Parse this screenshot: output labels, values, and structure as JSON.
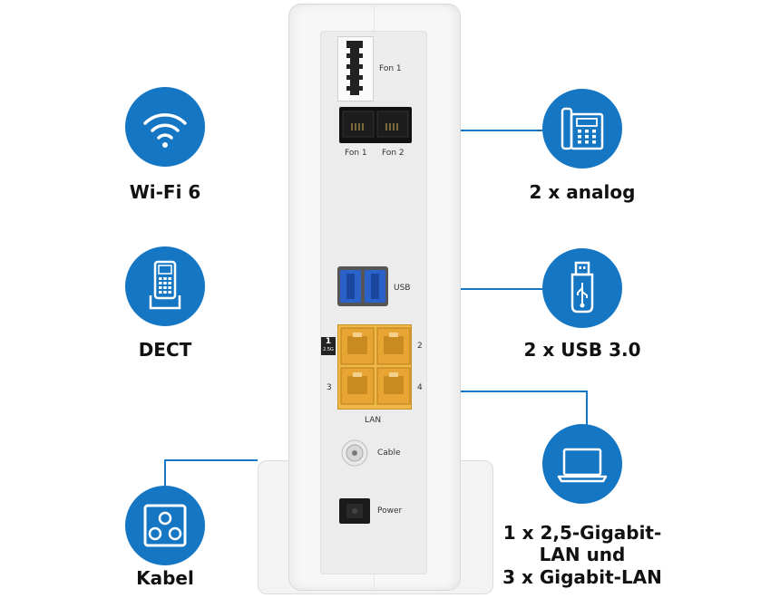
{
  "features_left": [
    {
      "label": "Wi-Fi 6",
      "icon": "wifi-icon"
    },
    {
      "label": "DECT",
      "icon": "dect-phone-icon"
    },
    {
      "label": "Kabel",
      "icon": "cable-coax-icon"
    }
  ],
  "features_right": [
    {
      "label": "2 x analog",
      "icon": "desk-phone-icon"
    },
    {
      "label": "2 x USB 3.0",
      "icon": "usb-stick-icon"
    },
    {
      "lines": [
        "1 x 2,5-Gigabit-",
        "LAN und",
        "3 x Gigabit-LAN"
      ],
      "icon": "laptop-icon"
    }
  ],
  "device": {
    "fon1_top": "Fon 1",
    "fon1": "Fon 1",
    "fon2": "Fon 2",
    "usb": "USB",
    "lan": "LAN",
    "lan_ports": [
      "1",
      "2",
      "3",
      "4"
    ],
    "lan_badge_speed": "2.5G",
    "cable": "Cable",
    "power": "Power"
  },
  "colors": {
    "accent": "#1576c4",
    "lan_port": "#f0b847",
    "usb_port": "#2a62c9"
  }
}
